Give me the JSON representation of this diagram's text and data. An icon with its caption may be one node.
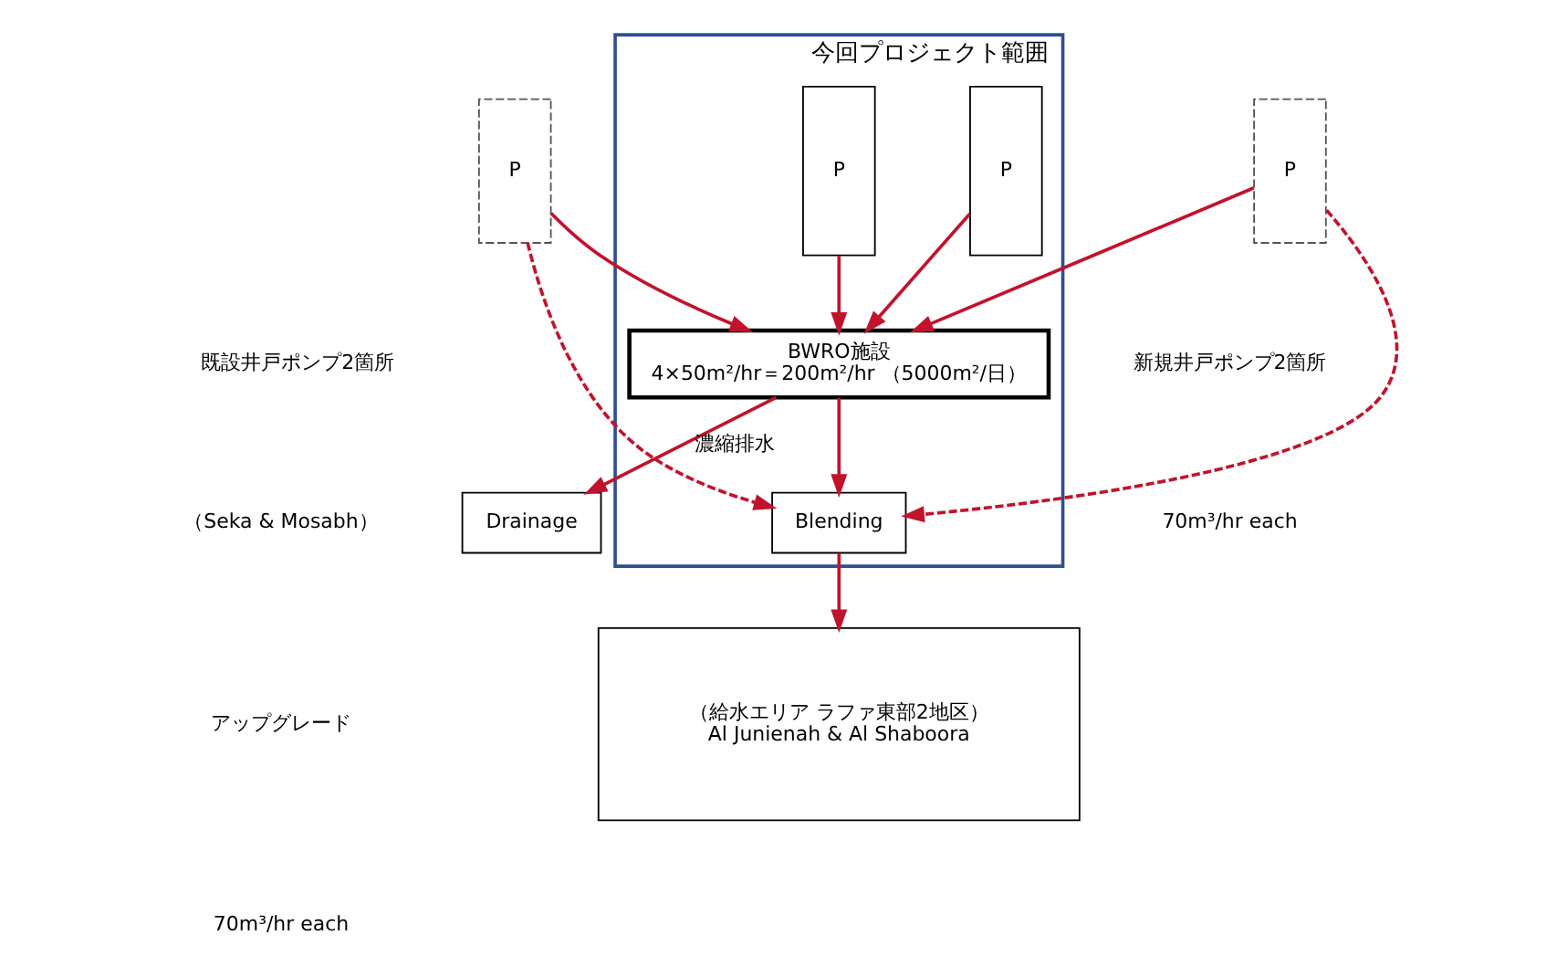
{
  "diagram": {
    "nodes": [
      {
        "text": [
          "今回プロジェクト範囲"
        ]
      },
      {
        "text": [
          "Drainage"
        ]
      },
      {
        "text": [
          "BWRO施設",
          "4×50m²/hr＝200m²/hr （5000m²/日）"
        ],
        "in": 0
      },
      {
        "text": [
          "Blending"
        ],
        "in": 0
      },
      {
        "text": [
          "（給水エリア ラファ東部2地区）",
          "Al Junienah & Al Shaboora"
        ]
      },
      {
        "text": [
          "P"
        ],
        "in": 0
      },
      {
        "text": [
          "P"
        ],
        "in": 0
      },
      {
        "text": [
          "P"
        ]
      },
      {
        "text": [
          "P"
        ]
      }
    ],
    "edges": [
      {
        "from": 2,
        "to": 1,
        "arrow": "to",
        "label": "濃縮排水"
      },
      {
        "from": 5,
        "to": 2,
        "arrow": "to"
      },
      {
        "from": 6,
        "to": 2,
        "arrow": "to"
      },
      {
        "from": 2,
        "to": 3,
        "arrow": "to"
      },
      {
        "from": 3,
        "to": 4,
        "arrow": "to"
      },
      {
        "from": 7,
        "to": 2,
        "arrow": "to"
      },
      {
        "from": 8,
        "to": 2,
        "arrow": "to"
      },
      {
        "from": 7,
        "to": 3,
        "arrow": "to",
        "style": "dashed"
      },
      {
        "from": 8,
        "to": 3,
        "arrow": "to",
        "style": "dashed"
      }
    ],
    "labels": [
      "新規井戸ポンプ2箇所",
      "70m³/hr each",
      "既設井戸ポンプ2箇所",
      "（Seka & Mosabh）",
      "アップグレード",
      "70m³/hr each"
    ]
  }
}
